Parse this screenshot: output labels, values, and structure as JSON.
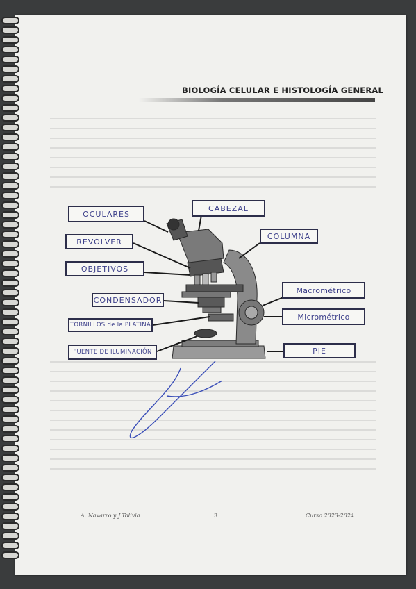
{
  "header": {
    "title": "BIOLOGÍA CELULAR E HISTOLOGÍA GENERAL"
  },
  "labels": {
    "oculares": "OCULARES",
    "cabezal": "CABEZAL",
    "revolver": "REVÓLVER",
    "columna": "COLUMNA",
    "objetivos": "OBJETIVOS",
    "macrometrico": "Macrométrico",
    "condensador": "CONDENSADOR",
    "micrometrico": "Micrométrico",
    "tornillos": "TORNILLOS de la PLATINA",
    "fuente": "FUENTE DE ILUMINACIÓN",
    "pie": "PIE"
  },
  "footer": {
    "authors": "A. Navarro y J.Tolivia",
    "page_number": "3",
    "course": "Curso 2023-2024"
  },
  "colors": {
    "ink": "#3c3f8a",
    "box_border": "#2d2e4a",
    "paper": "#f1f1ee",
    "signature": "#3b4fb8"
  }
}
